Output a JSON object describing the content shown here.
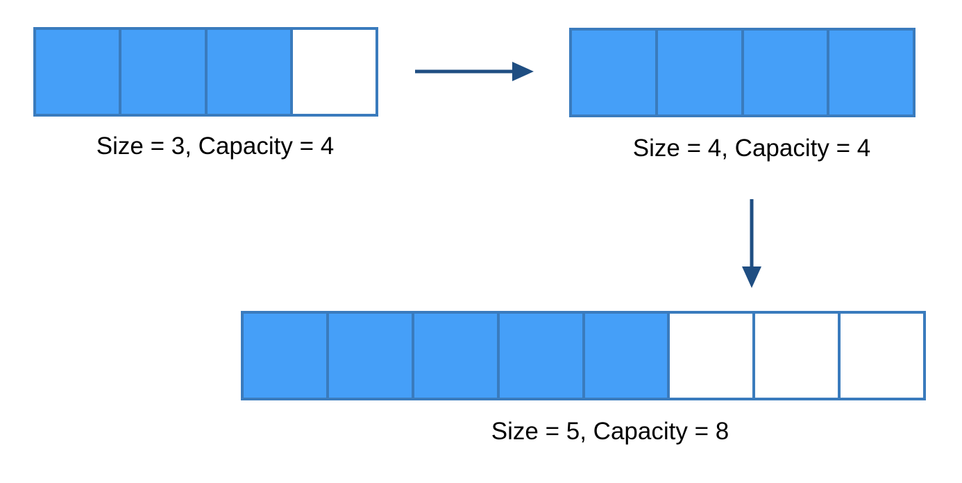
{
  "colors": {
    "filled": "#459ff8",
    "empty": "#ffffff",
    "border": "#3a7bbd",
    "arrow": "#1f4e82"
  },
  "arrays": [
    {
      "size": 3,
      "capacity": 4,
      "caption": "Size = 3, Capacity = 4"
    },
    {
      "size": 4,
      "capacity": 4,
      "caption": "Size = 4, Capacity = 4"
    },
    {
      "size": 5,
      "capacity": 8,
      "caption": "Size = 5, Capacity = 8"
    }
  ],
  "arrows": [
    {
      "from": 0,
      "to": 1,
      "direction": "right"
    },
    {
      "from": 1,
      "to": 2,
      "direction": "down"
    }
  ]
}
